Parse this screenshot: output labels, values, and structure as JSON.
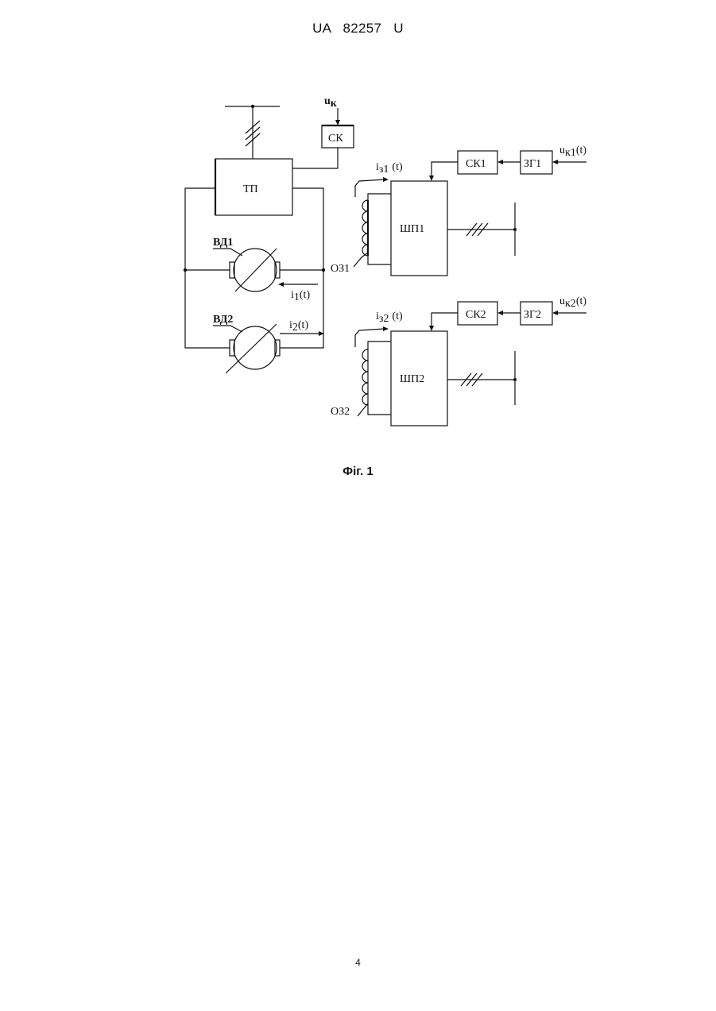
{
  "header": {
    "text": "UA   82257   U"
  },
  "figure": {
    "caption": "Фіг. 1",
    "labels": {
      "uk_main": "u",
      "uk_main_sub": "к",
      "sk": "СК",
      "tp": "ТП",
      "vd1": "ВД1",
      "vd2": "ВД2",
      "i1": "i",
      "i1_sub": "1",
      "i1_tail": "(t)",
      "i2": "i",
      "i2_sub": "2",
      "i2_tail": "(t)",
      "sk1": "СК1",
      "zg1": "ЗГ1",
      "uk1": "u",
      "uk1_sub": "к1",
      "uk1_tail": "(t)",
      "ie1": "i",
      "ie1_sub": "з1",
      "ie1_tail": "(t)",
      "shp1": "ШП1",
      "oz1": "ОЗ1",
      "sk2": "СК2",
      "zg2": "ЗГ2",
      "uk2": "u",
      "uk2_sub": "к2",
      "uk2_tail": "(t)",
      "ie2": "i",
      "ie2_sub": "з2",
      "ie2_tail": "(t)",
      "shp2": "ШП2",
      "oz2": "ОЗ2"
    }
  },
  "page_number": "4"
}
